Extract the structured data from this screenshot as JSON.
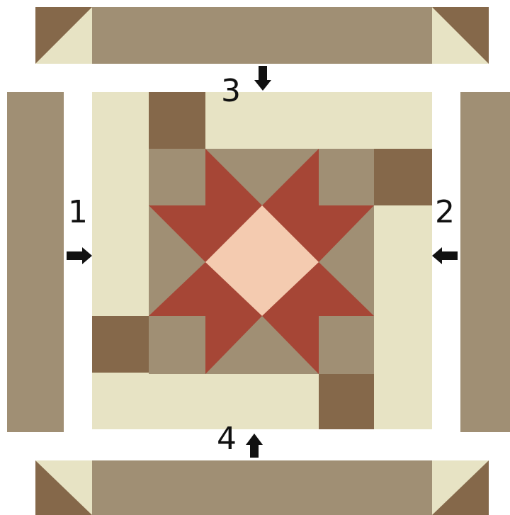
{
  "colors": {
    "background": "#ffffff",
    "cream": "#e7e3c4",
    "taupe": "#a08f74",
    "brown": "#85684a",
    "red": "#a64636",
    "peach": "#f4cbb0",
    "arrow": "#111111"
  },
  "steps": [
    {
      "label": "1",
      "arrow": "arrow-right-icon"
    },
    {
      "label": "2",
      "arrow": "arrow-left-icon"
    },
    {
      "label": "3",
      "arrow": "arrow-down-icon"
    },
    {
      "label": "4",
      "arrow": "arrow-up-icon"
    }
  ]
}
